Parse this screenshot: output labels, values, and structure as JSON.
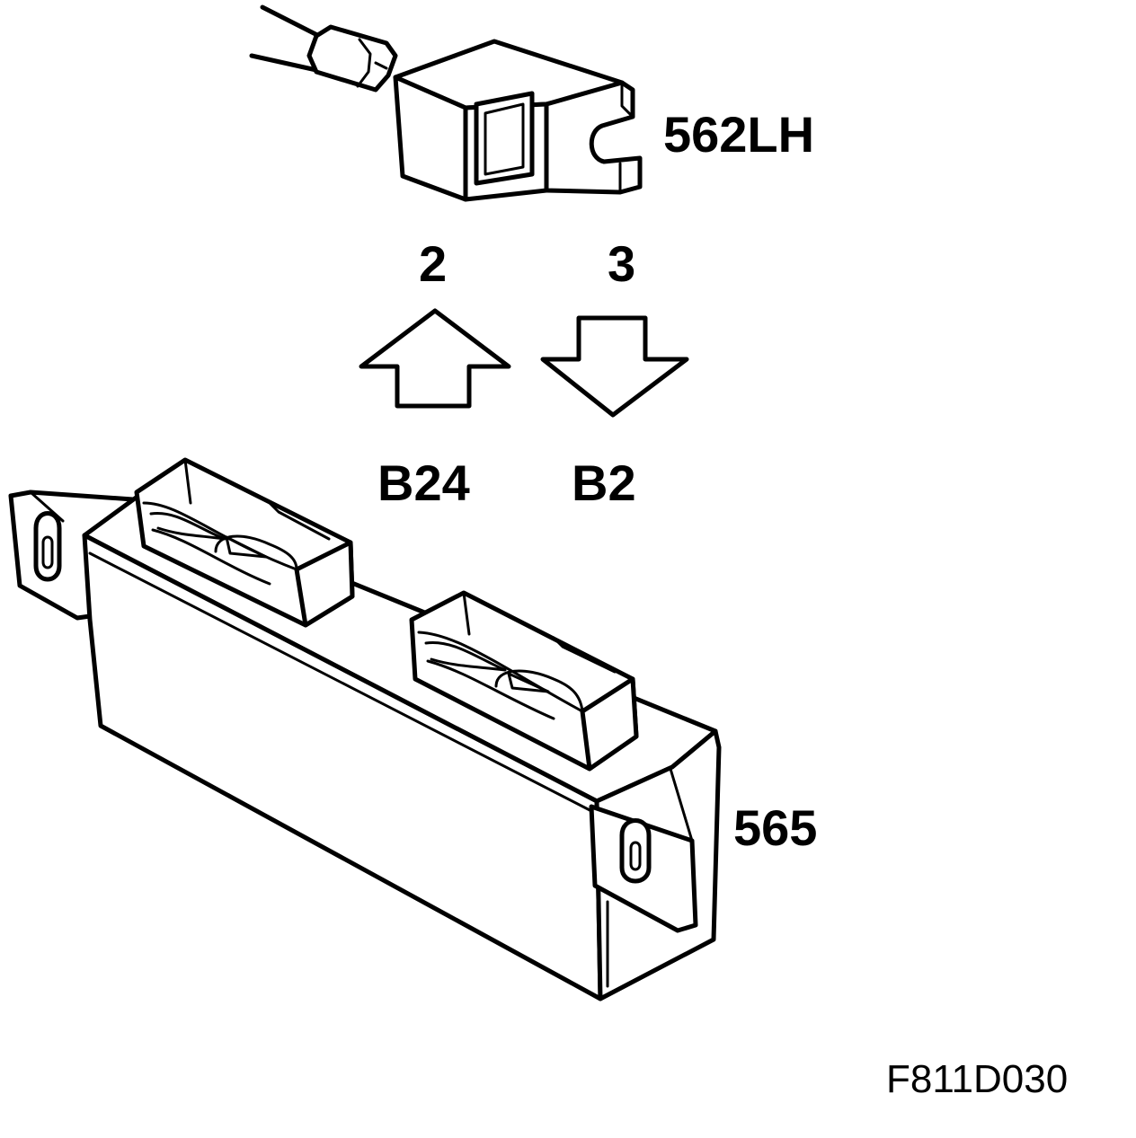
{
  "labels": {
    "sensor": "562LH",
    "pin_left": "2",
    "pin_right": "3",
    "connector_left": "B24",
    "connector_right": "B2",
    "module": "565",
    "figure_ref": "F811D030"
  },
  "colors": {
    "line": "#000000",
    "background": "#ffffff"
  }
}
